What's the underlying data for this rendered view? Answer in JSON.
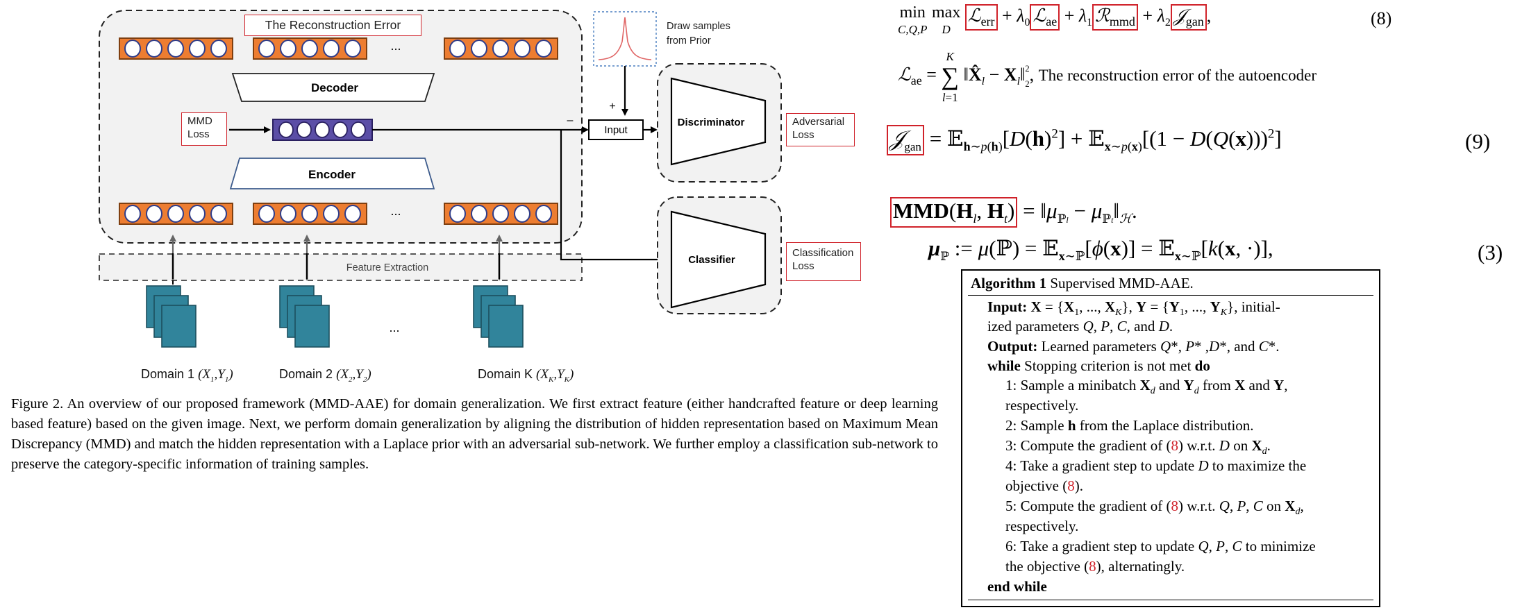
{
  "diagram": {
    "reconstruction_error": "The Reconstruction Error",
    "decoder": "Decoder",
    "encoder": "Encoder",
    "mmd_loss": [
      "MMD",
      "Loss"
    ],
    "ellipsis": "...",
    "feature_extraction": "Feature Extraction",
    "draw_samples": [
      "Draw samples",
      "from Prior"
    ],
    "input": "Input",
    "plus": "+",
    "minus": "–",
    "discriminator": "Discriminator",
    "classifier": "Classifier",
    "adversarial_loss": [
      "Adversarial",
      "Loss"
    ],
    "classification_loss": [
      "Classification",
      "Loss"
    ],
    "domains": [
      {
        "name": "Domain 1",
        "x": "X",
        "xs": "1",
        "y": "Y",
        "ys": "1"
      },
      {
        "name": "Domain 2",
        "x": "X",
        "xs": "2",
        "y": "Y",
        "ys": "2"
      },
      {
        "name": "Domain K",
        "x": "X",
        "xs": "K",
        "y": "Y",
        "ys": "K"
      }
    ],
    "colors": {
      "node_fill": "#ed7d31",
      "node_border": "#7f3f10",
      "hidden_fill": "#5b4ea6",
      "doc_fill": "#31849b",
      "red": "#d0222a"
    }
  },
  "caption": "Figure 2. An overview of our proposed framework (MMD-AAE) for domain generalization.  We first extract feature (either handcrafted feature or deep learning based feature) based on the given image. Next, we perform domain generalization by aligning the distribution of hidden representation based on Maximum Mean Discrepancy (MMD) and match the hidden representation with a Laplace prior with an adversarial sub-network. We further employ a classification sub-network to preserve the category-specific information of training samples.",
  "equations": {
    "eq8_num": "(8)",
    "eq9_num": "(9)",
    "eq3_num": "(3)",
    "lae_text": "The reconstruction error of the autoencoder"
  },
  "algorithm": {
    "label": "Algorithm 1",
    "title": "Supervised MMD-AAE.",
    "input_kw": "Input:",
    "output_kw": "Output:",
    "while_kw": "while",
    "while_cond": "Stopping criterion is not met",
    "do_kw": "do",
    "end_while": "end while",
    "steps": [
      "1:  Sample a minibatch",
      "2: Sample",
      "3: Compute the gradient of",
      "4:  Take a gradient step to update",
      "5: Compute the gradient of",
      "6: Take a gradient step to update"
    ],
    "ref": "8"
  }
}
